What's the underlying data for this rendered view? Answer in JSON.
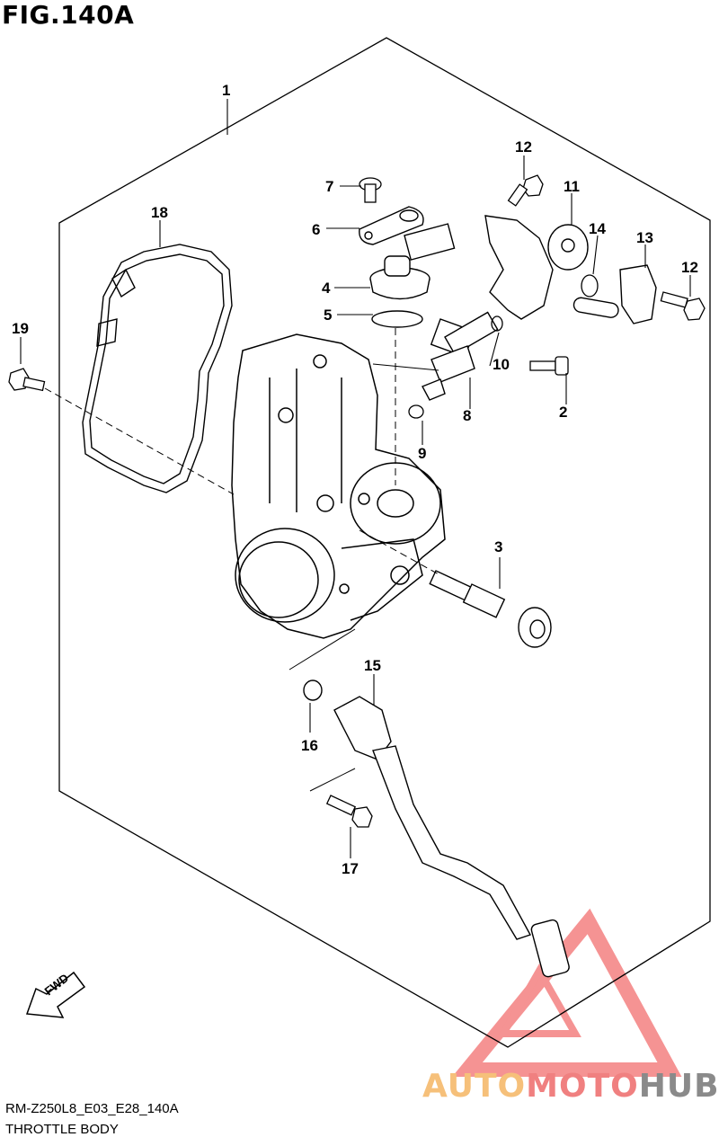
{
  "figure": {
    "title": "FIG.140A"
  },
  "callouts": {
    "c1": "1",
    "c2": "2",
    "c3": "3",
    "c4": "4",
    "c5": "5",
    "c6": "6",
    "c7": "7",
    "c8": "8",
    "c9": "9",
    "c10": "10",
    "c11": "11",
    "c12a": "12",
    "c12b": "12",
    "c13": "13",
    "c14": "14",
    "c15": "15",
    "c16": "16",
    "c17": "17",
    "c18": "18",
    "c19": "19"
  },
  "fwd_label": "FWD",
  "caption": {
    "code": "RM-Z250L8_E03_E28_140A",
    "name": "THROTTLE BODY"
  },
  "watermark": {
    "part1": "AUTO",
    "part2": "MOTO",
    "part3": "HUB"
  },
  "colors": {
    "line": "#000000",
    "watermark_red": "#ee3b3b",
    "watermark_orange": "#f6c07a",
    "watermark_gray": "#8a8a8a"
  }
}
